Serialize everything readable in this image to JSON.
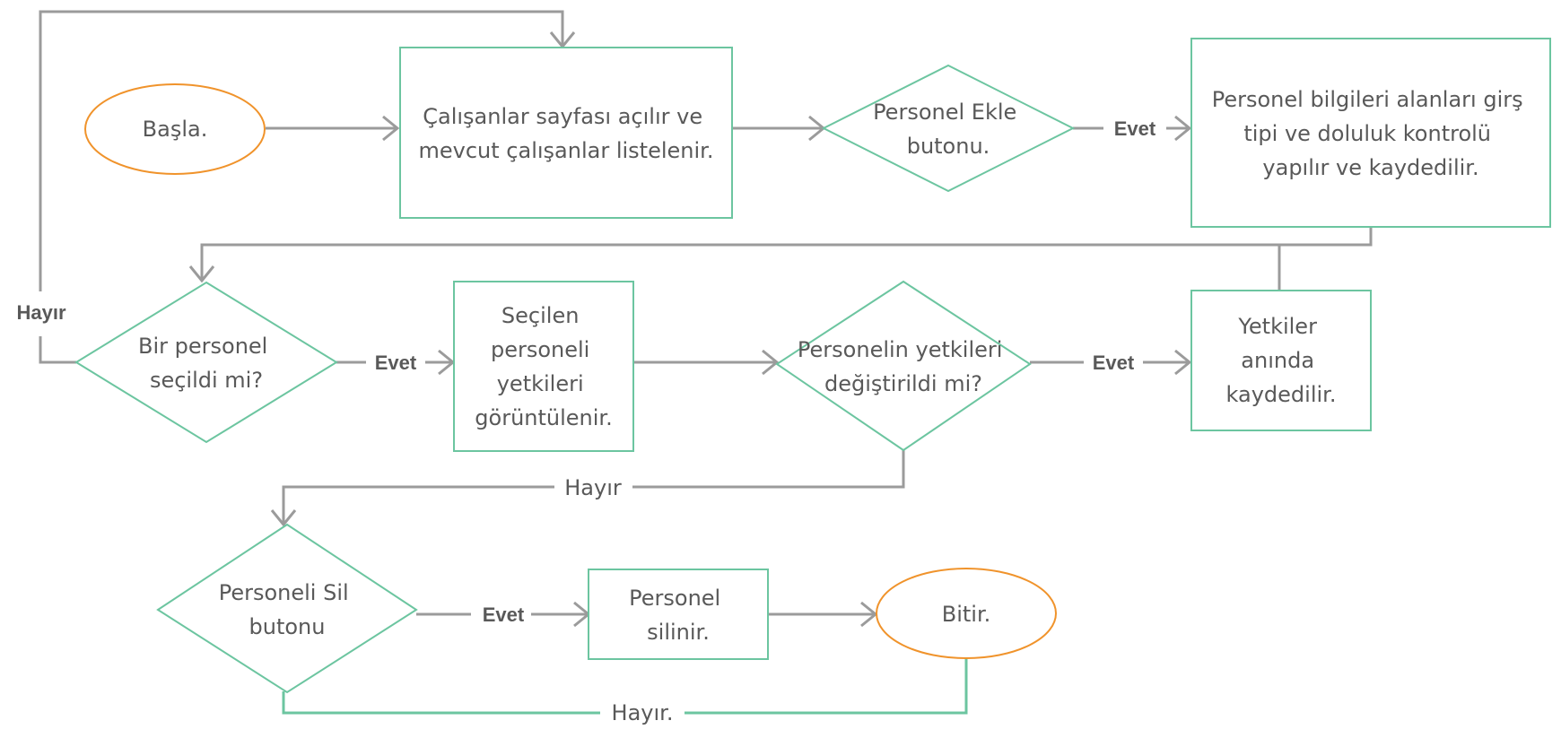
{
  "nodes": {
    "start": "Başla.",
    "employees_page": [
      "Çalışanlar sayfası açılır ve",
      "mevcut çalışanlar listelenir."
    ],
    "add_button": [
      "Personel Ekle",
      "butonu."
    ],
    "fields_check": [
      "Personel bilgileri alanları girş",
      "tipi ve doluluk kontrolü",
      "yapılır ve kaydedilir."
    ],
    "selected": [
      "Bir personel",
      "seçildi mi?"
    ],
    "show_perms": [
      "Seçilen",
      "personeli",
      "yetkileri",
      "görüntülenir."
    ],
    "perms_changed": [
      "Personelin yetkileri",
      "değiştirildi mi?"
    ],
    "perms_saved": [
      "Yetkiler",
      "anında",
      "kaydedilir."
    ],
    "delete_button": [
      "Personeli Sil",
      "butonu"
    ],
    "deleted": [
      "Personel",
      "silinir."
    ],
    "end": "Bitir."
  },
  "edge_labels": {
    "add_yes": "Evet",
    "selected_no": "Hayır",
    "selected_yes": "Evet",
    "perms_yes": "Evet",
    "perms_no": "Hayır",
    "delete_yes": "Evet",
    "delete_no": "Hayır."
  },
  "colors": {
    "terminal": "#F0932B",
    "process": "#6CC5A0",
    "connector": "#9B9B9B",
    "connector_green": "#6CC5A0",
    "text": "#595959"
  }
}
